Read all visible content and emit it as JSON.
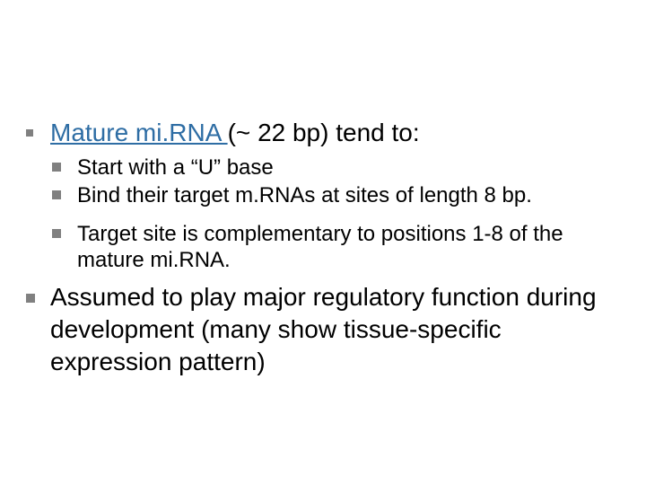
{
  "slide": {
    "bullet1": {
      "link_text": "Mature mi.RNA ",
      "rest_text": "(~ 22 bp) tend to:",
      "link_color": "#2e6da4"
    },
    "sub_bullets": [
      "Start with a “U” base",
      "Bind their target m.RNAs at sites of length 8 bp.",
      "Target site is complementary to positions 1-8 of the mature mi.RNA."
    ],
    "bullet2": {
      "text": "Assumed to play major regulatory function during development  (many show tissue-specific expression pattern)"
    },
    "marker_color": "#808080"
  }
}
